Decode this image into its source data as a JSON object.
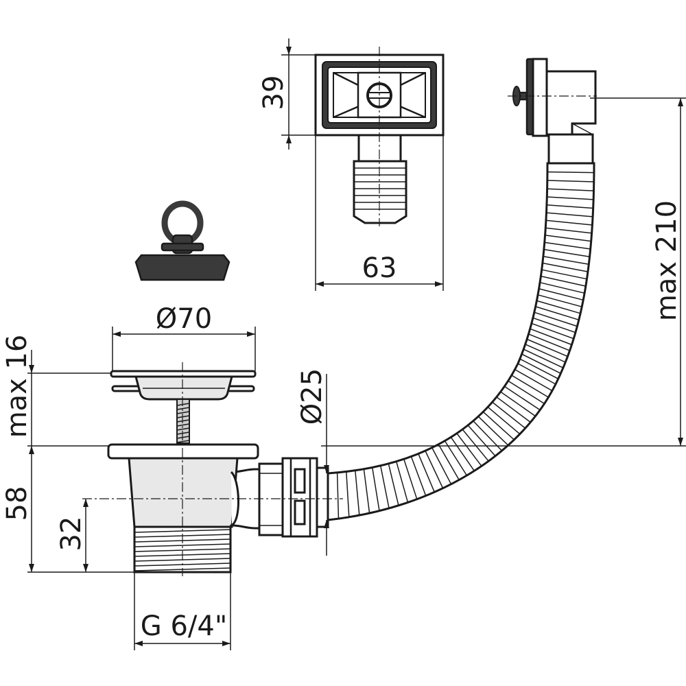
{
  "dimensions": {
    "d39": "39",
    "d63": "63",
    "d210": "max 210",
    "d70": "Ø70",
    "d16": "max 16",
    "d25": "Ø25",
    "d58": "58",
    "d32": "32",
    "thread": "G 6/4\""
  }
}
